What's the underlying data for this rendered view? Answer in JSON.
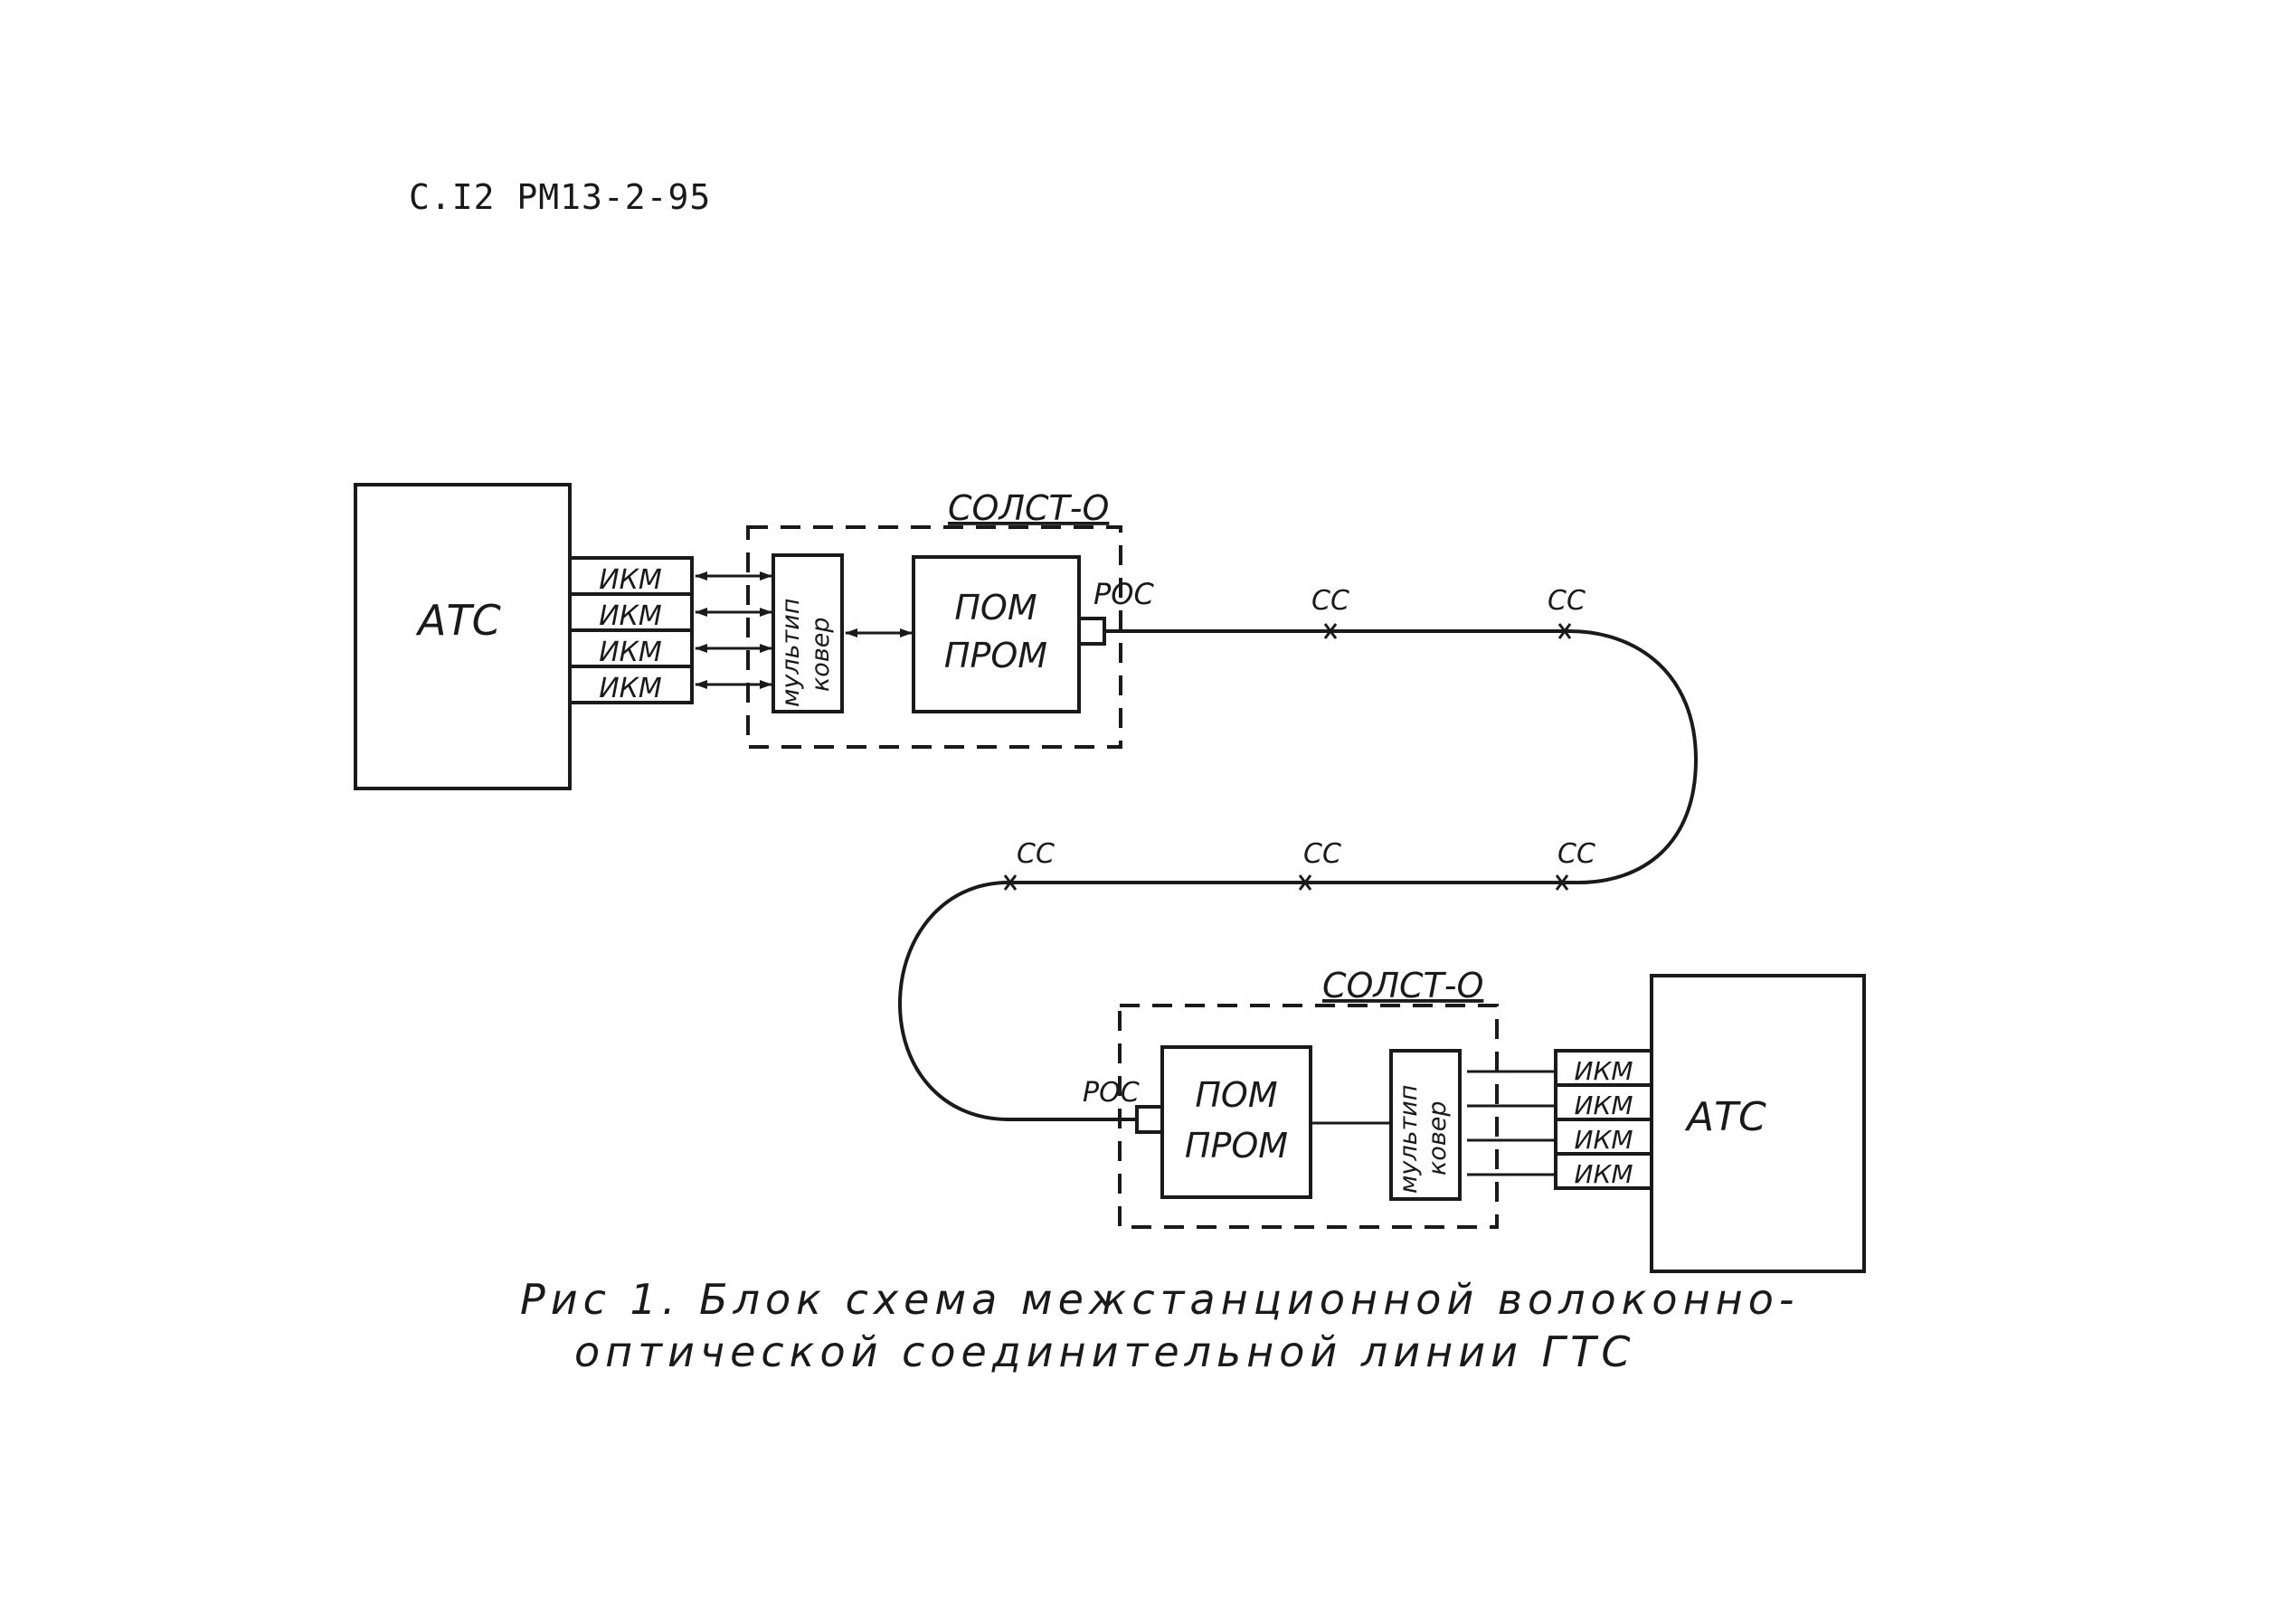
{
  "header": {
    "doc_ref": "С.І2 РМ13-2-95"
  },
  "diagram": {
    "left_station": {
      "atc": "АТС",
      "ikm": [
        "ИКМ",
        "ИКМ",
        "ИКМ",
        "ИКМ"
      ],
      "solst": "СОЛСТ-О",
      "mux": [
        "мультип",
        "ковер"
      ],
      "pom": "ПОМ",
      "prom": "ПРОМ",
      "roc": "РОС"
    },
    "right_station": {
      "atc": "АТС",
      "ikm": [
        "ИКМ",
        "ИКМ",
        "ИКМ",
        "ИКМ"
      ],
      "solst": "СОЛСТ-О",
      "mux": [
        "мультип",
        "ковер"
      ],
      "pom": "ПОМ",
      "prom": "ПРОМ",
      "roc": "РОС"
    },
    "splices": [
      "СС",
      "СС",
      "СС",
      "СС",
      "СС"
    ]
  },
  "caption": {
    "line1": "Рис 1.  Блок схема   межстанционной  волоконно-",
    "line2": "оптической  соединительной   линии  ГТС"
  },
  "colors": {
    "ink": "#1a1a1a",
    "background": "#ffffff"
  }
}
